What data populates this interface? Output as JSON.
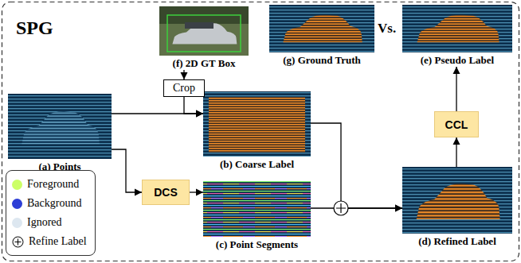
{
  "diagram": {
    "title": "SPG",
    "nodes": [
      {
        "text": [
          "(f) 2D GT Box"
        ]
      },
      {
        "text": [
          "(g) Ground Truth"
        ]
      },
      {
        "text": [
          "(e) Pseudo Label"
        ]
      },
      {
        "text": [
          "Crop"
        ]
      },
      {
        "text": [
          "(a) Points"
        ]
      },
      {
        "text": [
          "(b) Coarse Label"
        ]
      },
      {
        "text": [
          "CCL"
        ]
      },
      {
        "text": [
          "DCS"
        ]
      },
      {
        "text": [
          "(c) Point Segments"
        ]
      },
      {
        "text": [
          "(d) Refined Label"
        ]
      }
    ],
    "edges": [
      {
        "from": 0,
        "to": 3,
        "arrow": "to"
      },
      {
        "from": 3,
        "to": 5,
        "arrow": "to"
      },
      {
        "from": 4,
        "to": 5,
        "arrow": "to"
      },
      {
        "from": 4,
        "to": 7,
        "arrow": "to"
      },
      {
        "from": 7,
        "to": 8,
        "arrow": "to"
      },
      {
        "from": 5,
        "to": 9,
        "arrow": "to"
      },
      {
        "from": 8,
        "to": 9,
        "arrow": "to"
      },
      {
        "from": 9,
        "to": 6,
        "arrow": "to"
      },
      {
        "from": 6,
        "to": 2,
        "arrow": "to"
      }
    ],
    "labels": [
      "Vs."
    ],
    "legend": [
      {
        "text": "Foreground",
        "color": "#ccff66"
      },
      {
        "text": "Background",
        "color": "#2e3fd6"
      },
      {
        "text": "Ignored",
        "color": "#dde7f0"
      },
      {
        "text": "Refine Label"
      }
    ]
  }
}
